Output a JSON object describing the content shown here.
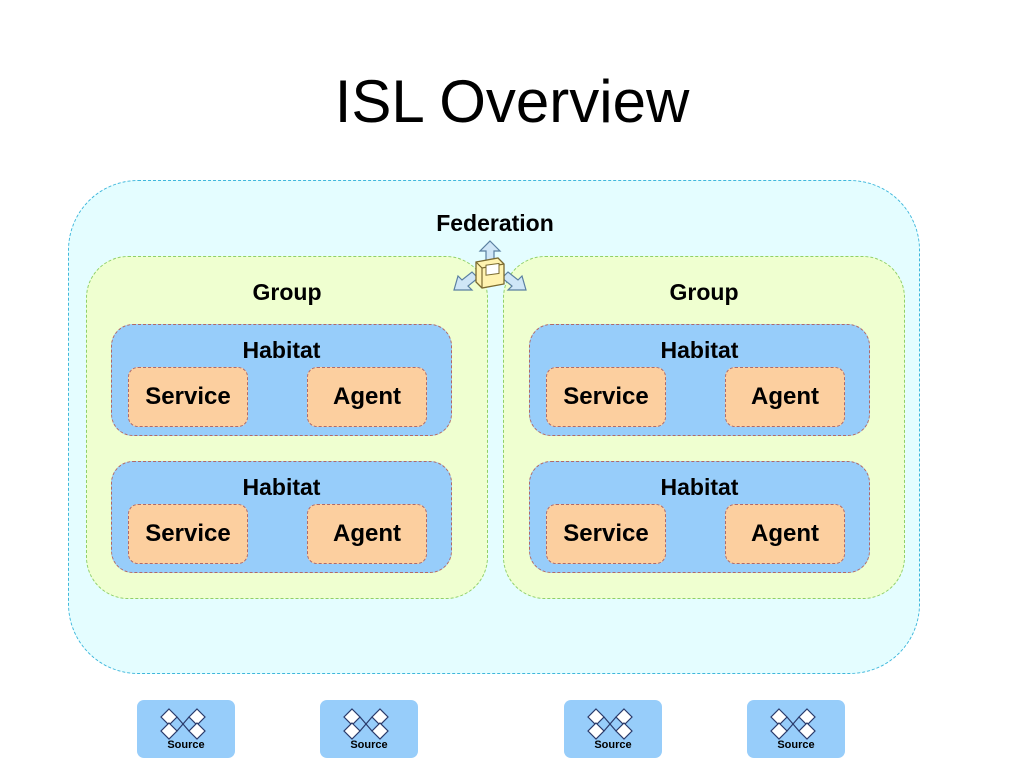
{
  "title": "ISL Overview",
  "federation": {
    "label": "Federation"
  },
  "groups": [
    {
      "label": "Group",
      "habitats": [
        {
          "label": "Habitat",
          "service": "Service",
          "agent": "Agent"
        },
        {
          "label": "Habitat",
          "service": "Service",
          "agent": "Agent"
        }
      ]
    },
    {
      "label": "Group",
      "habitats": [
        {
          "label": "Habitat",
          "service": "Service",
          "agent": "Agent"
        },
        {
          "label": "Habitat",
          "service": "Service",
          "agent": "Agent"
        }
      ]
    }
  ],
  "sources": [
    {
      "label": "Source",
      "icon": "source-diamonds-icon"
    },
    {
      "label": "Source",
      "icon": "source-diamonds-icon"
    },
    {
      "label": "Source",
      "icon": "source-diamonds-icon"
    },
    {
      "label": "Source",
      "icon": "source-diamonds-icon"
    }
  ],
  "hub_icon": "computer-hub-arrows-icon",
  "colors": {
    "federation_fill": "#e4fdff",
    "federation_border": "#3fb7dc",
    "group_fill": "#efffd0",
    "group_border": "#8fd06a",
    "habitat_fill": "#97cdfa",
    "component_fill": "#fccf9f",
    "source_fill": "#97cdfa"
  }
}
